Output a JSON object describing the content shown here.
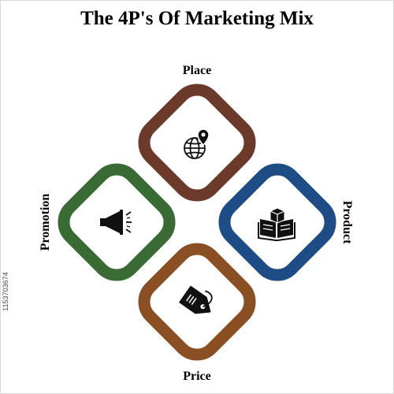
{
  "title": "The 4P's Of Marketing Mix",
  "segments": {
    "place": {
      "label": "Place",
      "color": "#6b3a2a",
      "icon": "globe-location-icon"
    },
    "product": {
      "label": "Product",
      "color": "#1e4d85",
      "icon": "box-on-book-icon"
    },
    "price": {
      "label": "Price",
      "color": "#8a4f22",
      "icon": "price-tag-icon"
    },
    "promotion": {
      "label": "Promotion",
      "color": "#3b6b35",
      "icon": "megaphone-icon"
    }
  },
  "watermark": "1153703674"
}
